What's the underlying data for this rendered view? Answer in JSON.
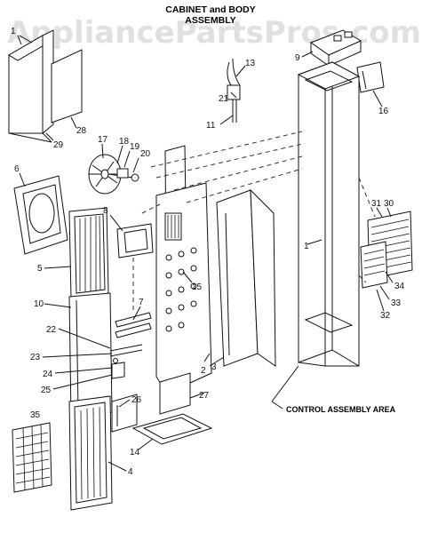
{
  "diagram": {
    "title_line1": "CABINET and BODY",
    "title_line2": "ASSEMBLY",
    "note": "CONTROL ASSEMBLY AREA",
    "watermark": "AppliancePartsPros.com",
    "part_labels": [
      "1",
      "2",
      "3",
      "4",
      "5",
      "6",
      "7",
      "8",
      "9",
      "10",
      "11",
      "13",
      "14",
      "15",
      "16",
      "17",
      "18",
      "19",
      "20",
      "21",
      "22",
      "23",
      "24",
      "25",
      "26",
      "27",
      "28",
      "29",
      "25",
      "30",
      "31",
      "32",
      "33",
      "34",
      "35"
    ]
  }
}
